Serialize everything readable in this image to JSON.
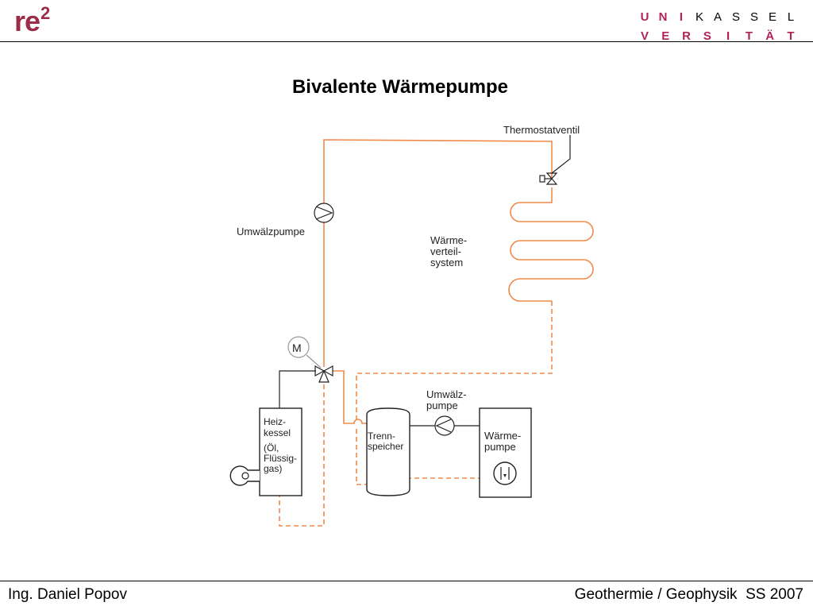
{
  "header": {
    "logo_text": "re",
    "logo_sup": "2",
    "logo_color": "#9b2d4a",
    "uni_row1": [
      "U",
      "N",
      "I",
      "K",
      "A",
      "S",
      "S",
      "E",
      "L"
    ],
    "uni_row2": [
      "V",
      "E",
      "R",
      "S",
      "I",
      "T",
      "Ä",
      "T"
    ],
    "uni_accent": "#b0235a"
  },
  "slide": {
    "title": "Bivalente Wärmepumpe"
  },
  "diagram": {
    "pipe_color": "#f08a4b",
    "labels": {
      "thermostat": "Thermostatventil",
      "pump_top": "Umwälzpumpe",
      "distribution": [
        "Wärme-",
        "verteil-",
        "system"
      ],
      "motor": "M",
      "boiler": [
        "Heiz-",
        "kessel",
        "(Öl,",
        "Flüssig-",
        "gas)"
      ],
      "buffer": [
        "Trenn-",
        "speicher"
      ],
      "pump_mid": [
        "Umwälz-",
        "pumpe"
      ],
      "heatpump": [
        "Wärme-",
        "pumpe"
      ]
    }
  },
  "footer": {
    "author": "Ing. Daniel Popov",
    "course": "Geothermie / Geophysik  SS 2007"
  }
}
